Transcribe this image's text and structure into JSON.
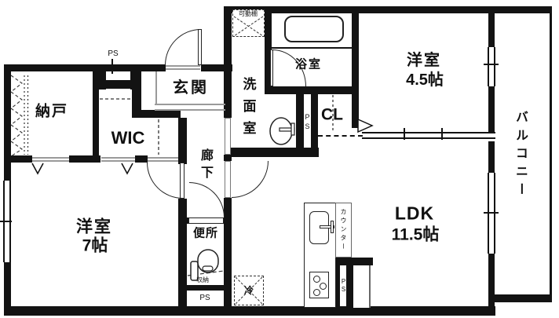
{
  "rooms": {
    "nando": "納戸",
    "wic": "WIC",
    "genkan": "玄関",
    "senmenshitsu": "洗面室",
    "yokushitsu": "浴室",
    "yoshitsu45": {
      "name": "洋室",
      "size": "4.5帖"
    },
    "balcony": "バルコニー",
    "closet": "CL",
    "roka": "廊下",
    "benjo": "便所",
    "yoshitsu7": {
      "name": "洋室",
      "size": "7帖"
    },
    "ldk": {
      "name": "LDK",
      "size": "11.5帖"
    }
  },
  "labels": {
    "ps": "PS",
    "kadodana": "可動棚",
    "shuno": "収納",
    "refrigerator": "冷",
    "counter": "カウンター"
  },
  "colors": {
    "wall": "#131313",
    "step": "#9a9a9a"
  }
}
